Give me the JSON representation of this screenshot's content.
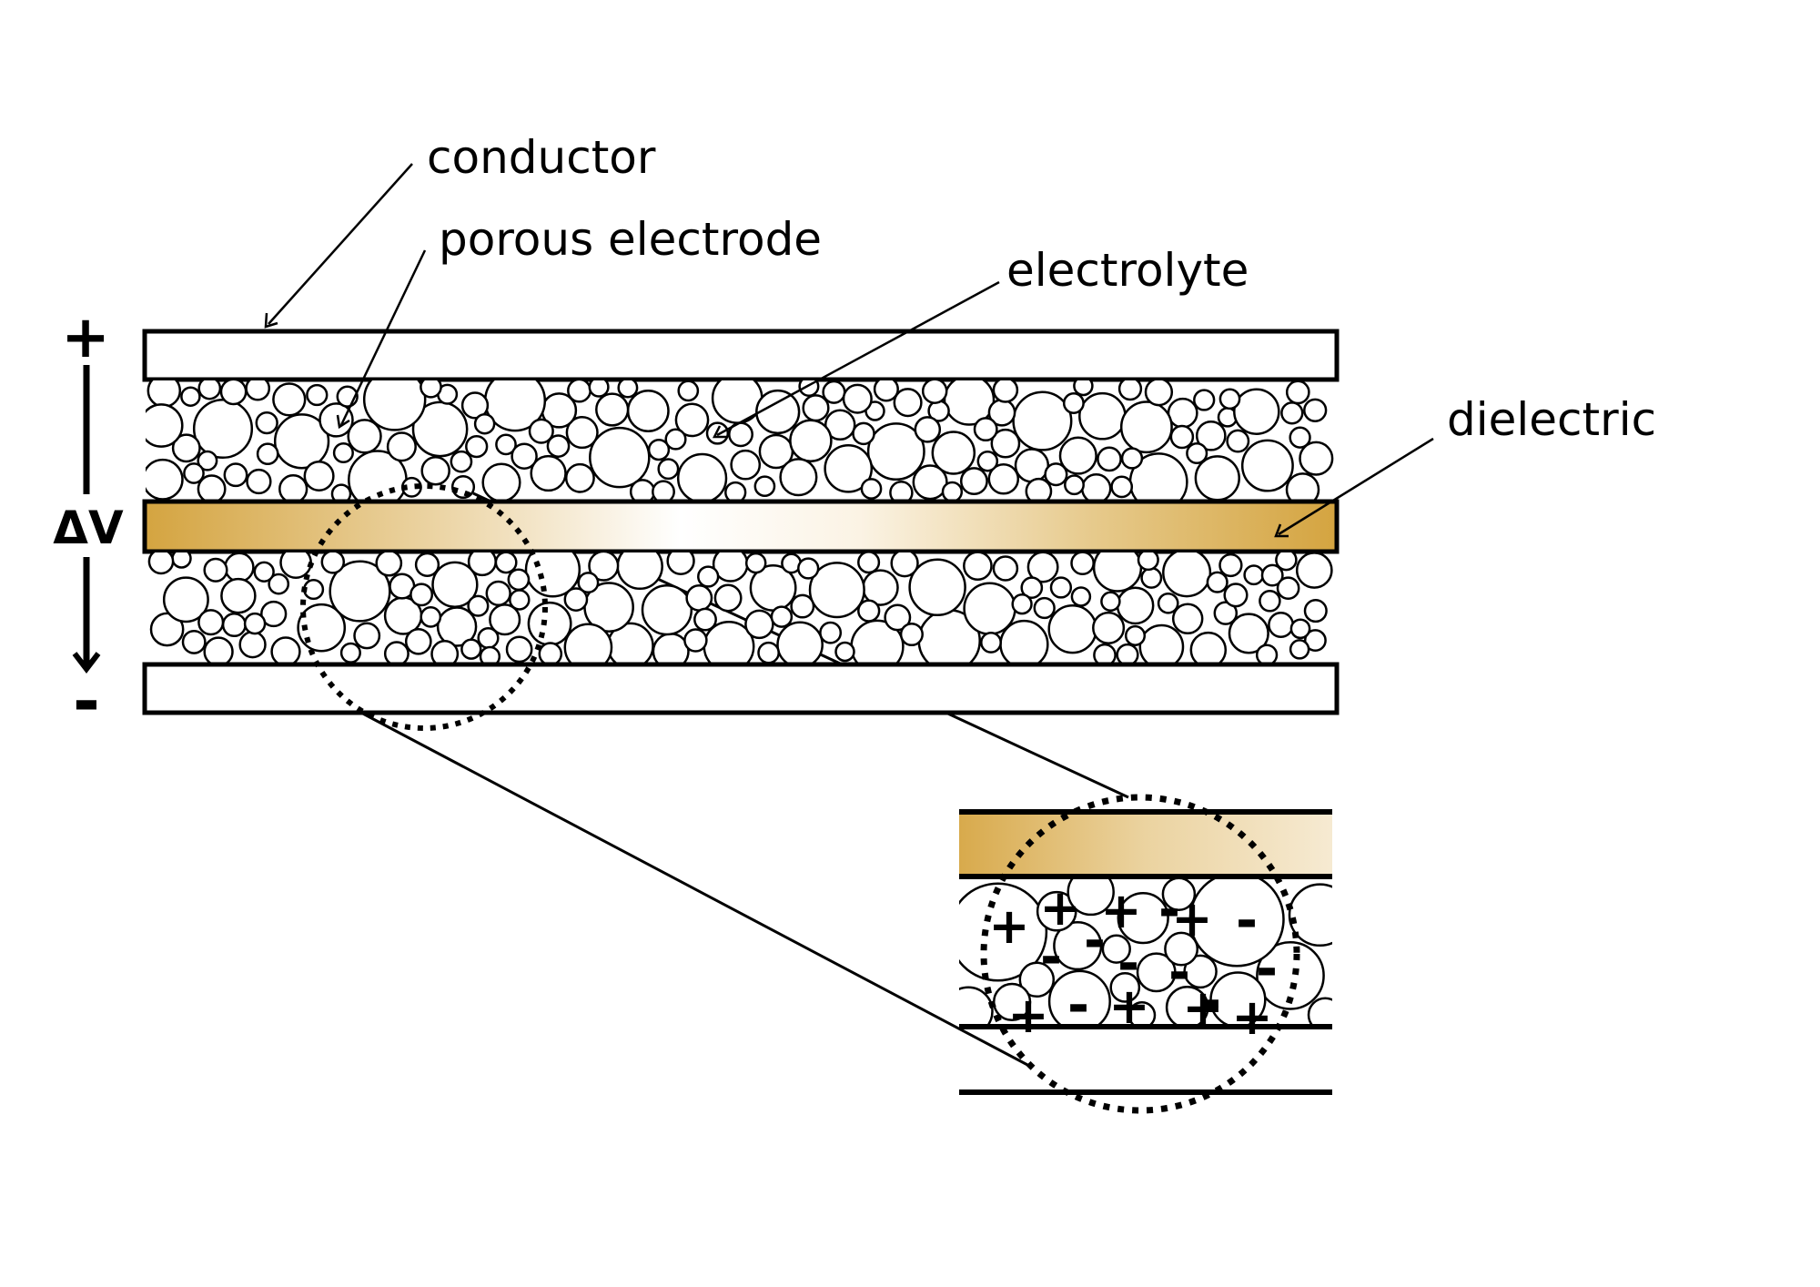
{
  "title": "Porous electrode capacitor schematic",
  "labels": {
    "conductor": "conductor",
    "porous_electrode": "porous electrode",
    "electrolyte": "electrolyte",
    "dielectric": "dielectric"
  },
  "polarity": {
    "positive": "+",
    "voltage": "ΔV",
    "negative": "-"
  },
  "colors": {
    "dielectric_gold": "#d4a440",
    "dielectric_light": "#ffffff",
    "stroke": "#000000"
  },
  "inset": {
    "description": "magnified view of dotted region showing ion charges in electrolyte",
    "charges": [
      "+",
      "+",
      "+",
      "-",
      "-",
      "-",
      "+",
      "-",
      "-",
      "-",
      "+",
      "-",
      "+",
      "+",
      "-",
      "-",
      "+"
    ]
  }
}
